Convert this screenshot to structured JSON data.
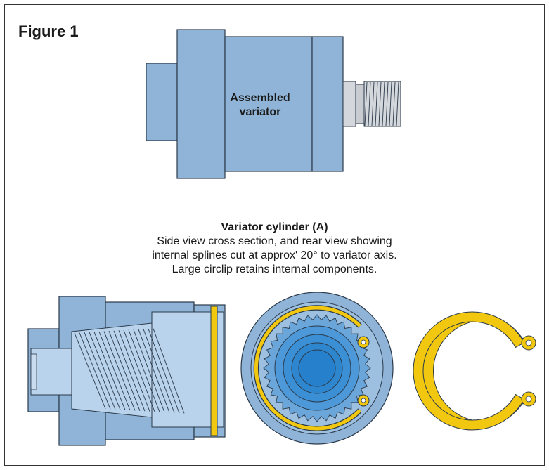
{
  "figure": {
    "title": "Figure 1"
  },
  "assembled": {
    "label_line1": "Assembled",
    "label_line2": "variator"
  },
  "caption": {
    "heading": "Variator cylinder (A)",
    "line1": "Side view cross section, and rear view showing",
    "line2": "internal splines cut at approx' 20° to variator axis.",
    "line3": "Large circlip retains internal components."
  },
  "colors": {
    "body_blue": "#8fb4d8",
    "outline": "#2b3a4a",
    "light_blue": "#b9d3ec",
    "mid_blue": "#5f9ed6",
    "deep_blue": "#2e86cf",
    "circlip": "#f2c70f",
    "thread_gray": "#d4d8dc"
  }
}
